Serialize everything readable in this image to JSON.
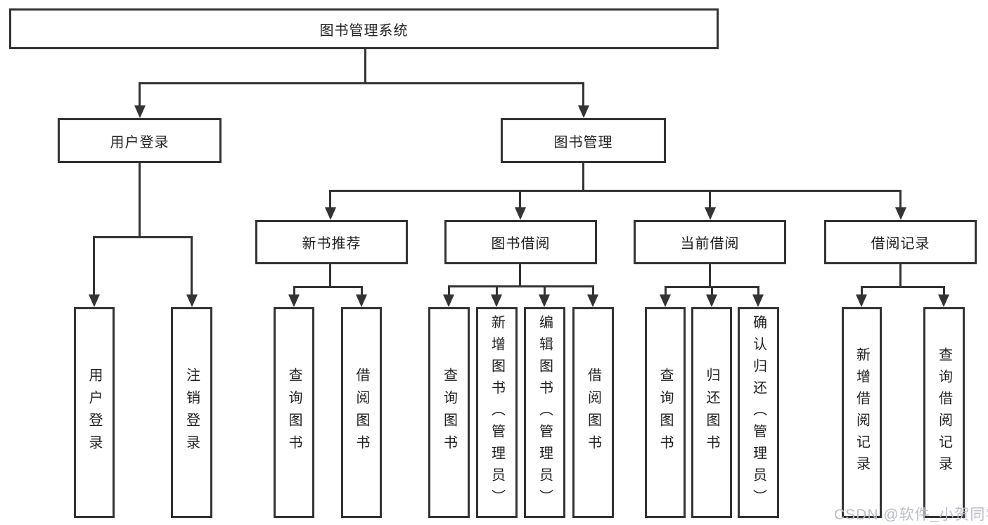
{
  "title": {
    "label": "图书管理系统"
  },
  "level2": [
    {
      "label": "用户登录"
    },
    {
      "label": "图书管理"
    }
  ],
  "level3": [
    {
      "label": "新书推荐"
    },
    {
      "label": "图书借阅"
    },
    {
      "label": "当前借阅"
    },
    {
      "label": "借阅记录"
    }
  ],
  "leaves": {
    "user_login": [
      {
        "label": "用户登录"
      },
      {
        "label": "注销登录"
      }
    ],
    "new_book": [
      {
        "label": "查询图书"
      },
      {
        "label": "借阅图书"
      }
    ],
    "book_borrow": [
      {
        "label": "查询图书"
      },
      {
        "label": "新增图书（管理员）"
      },
      {
        "label": "编辑图书（管理员）"
      },
      {
        "label": "借阅图书"
      }
    ],
    "current_borrow": [
      {
        "label": "查询图书"
      },
      {
        "label": "归还图书"
      },
      {
        "label": "确认归还（管理员）"
      }
    ],
    "borrow_record": [
      {
        "label": "新增借阅记录"
      },
      {
        "label": "查询借阅记录"
      }
    ]
  },
  "watermark": {
    "text": "CSDN @软件_小贺同学"
  },
  "colors": {
    "line": "#333333",
    "text": "#1f1f1f",
    "background": "#ffffff",
    "watermark": "#b9bdc6"
  }
}
